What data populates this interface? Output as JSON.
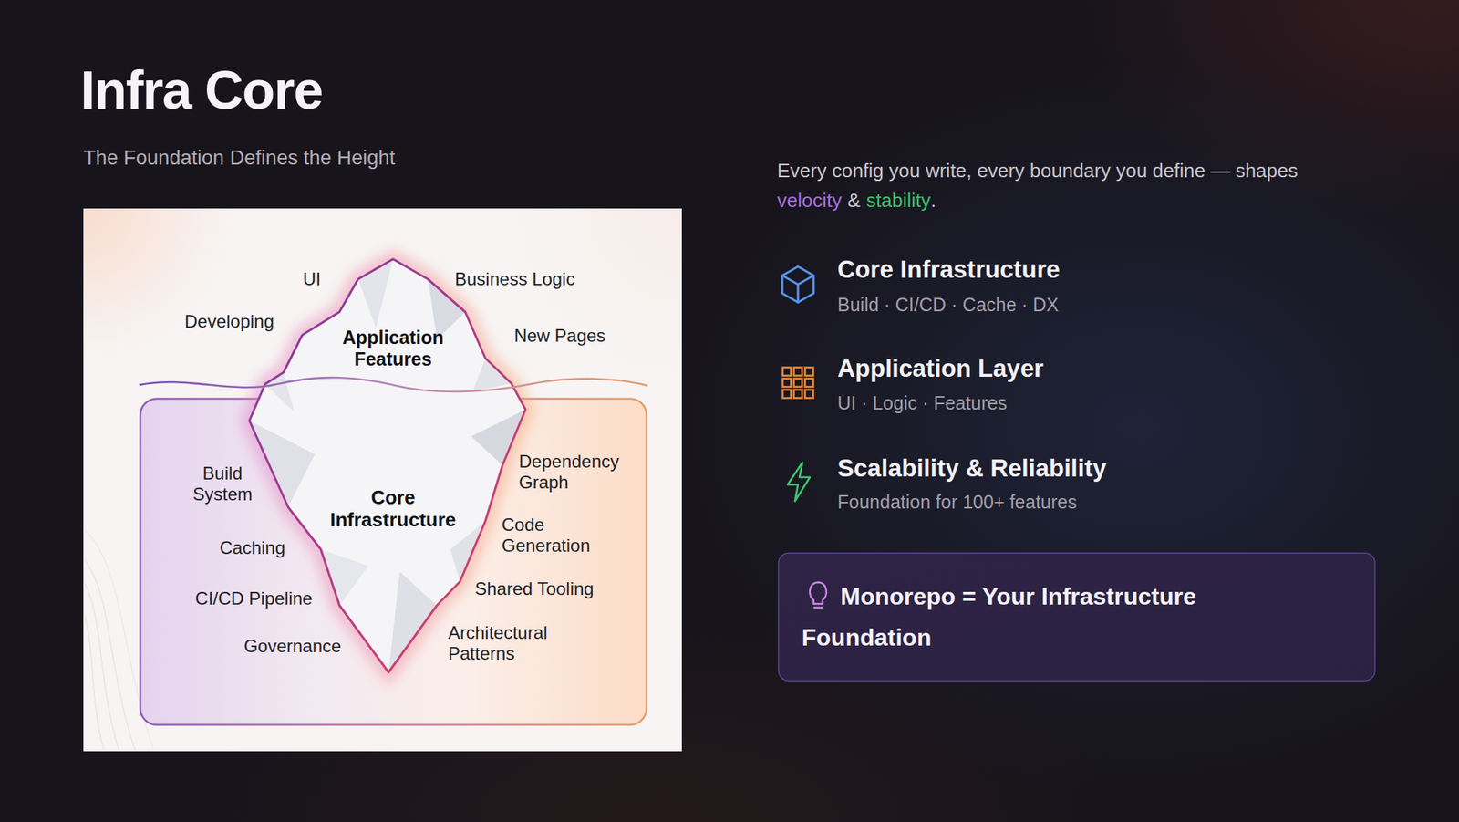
{
  "diagram": {
    "title": "Infra Core",
    "nodes": [
      {
        "text": [
          "Application Features",
          "Core Infrastructure"
        ]
      },
      {
        "text": [
          "Build System",
          "Caching",
          "CI/CD Pipeline",
          "Governance",
          "Dependency Graph",
          "Code Generation",
          "Shared Tooling",
          "Architectural Patterns"
        ]
      },
      {
        "text": [
          "Monorepo = Your Infrastructure Foundation"
        ]
      }
    ],
    "labels": [
      "The Foundation Defines the Height",
      "UI",
      "Business Logic",
      "Developing",
      "New Pages",
      "Every config you write, every boundary you define — shapes",
      "velocity",
      "&",
      "stability",
      ".",
      "Core Infrastructure",
      "Build · CI/CD · Cache · DX",
      "Application Layer",
      "UI · Logic · Features",
      "Scalability & Reliability",
      "Foundation for 100+ features"
    ]
  }
}
